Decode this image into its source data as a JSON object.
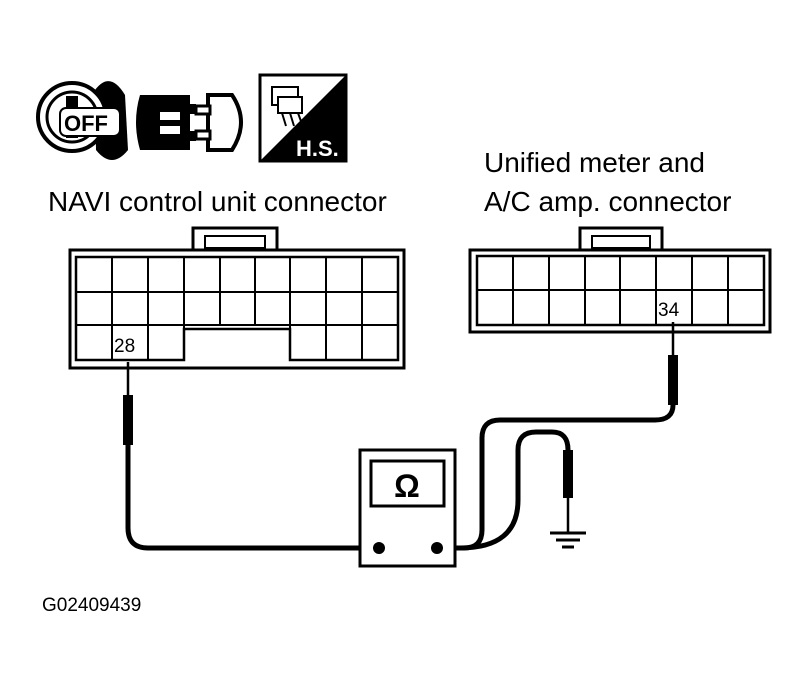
{
  "navi_connector": {
    "label": "NAVI control unit connector",
    "terminal": "28"
  },
  "meter_connector": {
    "label_line1": "Unified meter and",
    "label_line2": "A/C amp. connector",
    "terminal": "34"
  },
  "ignition_icon": {
    "state_text": "OFF"
  },
  "harness_icon": {
    "text": "H.S."
  },
  "ohmmeter": {
    "symbol": "Ω"
  },
  "figure_code": "G02409439",
  "icons": [
    "ignition-key-off-icon",
    "connector-disconnect-icon",
    "harness-side-icon",
    "ground-icon",
    "ohmmeter-icon"
  ]
}
